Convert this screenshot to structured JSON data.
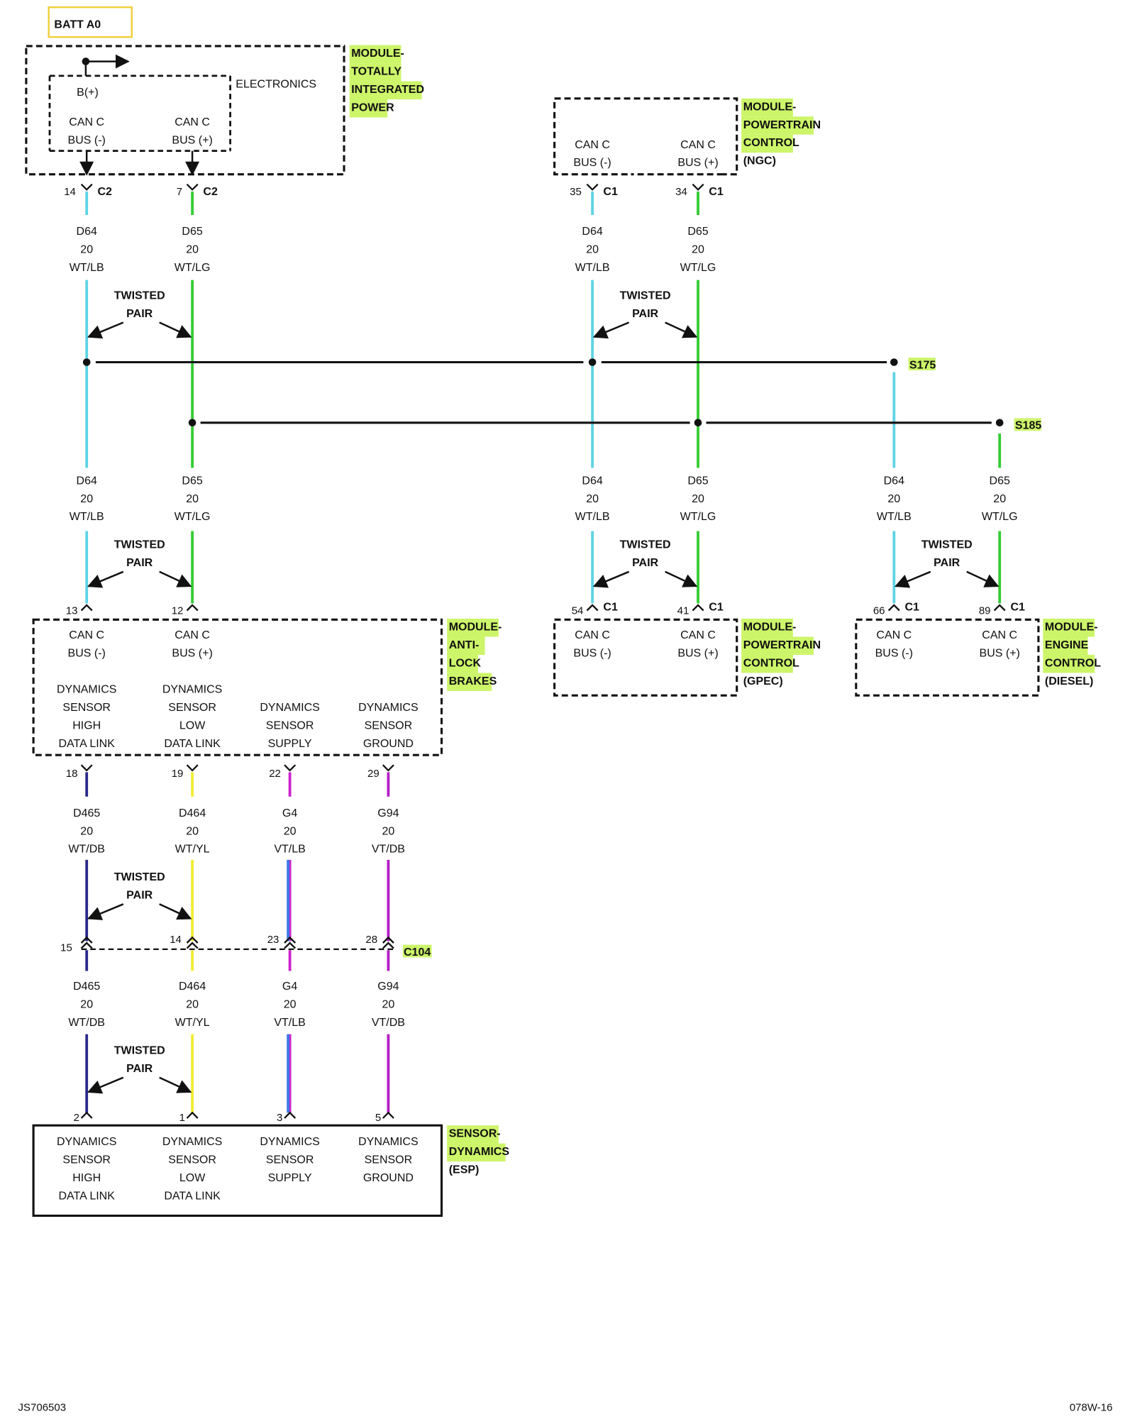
{
  "batt": "BATT A0",
  "colors": {
    "wt_lb": "#5fd3e6",
    "wt_lg": "#33cc33",
    "wt_db": "#2a2a8a",
    "wt_yl": "#f2ec33",
    "vt_lb": "#cc22cc",
    "vt_db": "#b41fc6",
    "label_highlight": "#cdf56a",
    "batt_box": "#f0d040"
  },
  "tipm": {
    "name_lines": [
      "MODULE-",
      "TOTALLY",
      "INTEGRATED",
      "POWER"
    ],
    "electronics": "ELECTRONICS",
    "bplus": "B(+)",
    "pin_neg": [
      "CAN C",
      "BUS (-)"
    ],
    "pin_pos": [
      "CAN C",
      "BUS (+)"
    ],
    "cav_neg": "14",
    "cav_pos": "7",
    "connector": "C2"
  },
  "pcm_ngc": {
    "name_lines": [
      "MODULE-",
      "POWERTRAIN",
      "CONTROL",
      "(NGC)"
    ],
    "pin_neg": [
      "CAN C",
      "BUS (-)"
    ],
    "pin_pos": [
      "CAN C",
      "BUS (+)"
    ],
    "cav_neg": "35",
    "cav_pos": "34",
    "connector": "C1"
  },
  "wire_d64": [
    "D64",
    "20",
    "WT/LB"
  ],
  "wire_d65": [
    "D65",
    "20",
    "WT/LG"
  ],
  "twisted": [
    "TWISTED",
    "PAIR"
  ],
  "splice_s175": "S175",
  "splice_s185": "S185",
  "abs": {
    "name_lines": [
      "MODULE-",
      "ANTI-",
      "LOCK",
      "BRAKES"
    ],
    "cav_neg": "13",
    "cav_pos": "12",
    "pin_neg": [
      "CAN C",
      "BUS (-)"
    ],
    "pin_pos": [
      "CAN C",
      "BUS (+)"
    ],
    "func_high": [
      "DYNAMICS",
      "SENSOR",
      "HIGH",
      "DATA LINK"
    ],
    "func_low": [
      "DYNAMICS",
      "SENSOR",
      "LOW",
      "DATA LINK"
    ],
    "func_supply": [
      "DYNAMICS",
      "SENSOR",
      "SUPPLY"
    ],
    "func_ground": [
      "DYNAMICS",
      "SENSOR",
      "GROUND"
    ],
    "cav_out": [
      "18",
      "19",
      "22",
      "29"
    ]
  },
  "pcm_gpec": {
    "name_lines": [
      "MODULE-",
      "POWERTRAIN",
      "CONTROL",
      "(GPEC)"
    ],
    "cav_neg": "54",
    "cav_pos": "41",
    "connector": "C1",
    "pin_neg": [
      "CAN C",
      "BUS (-)"
    ],
    "pin_pos": [
      "CAN C",
      "BUS (+)"
    ]
  },
  "ecm": {
    "name_lines": [
      "MODULE-",
      "ENGINE",
      "CONTROL",
      "(DIESEL)"
    ],
    "cav_neg": "66",
    "cav_pos": "89",
    "connector": "C1",
    "pin_neg": [
      "CAN C",
      "BUS (-)"
    ],
    "pin_pos": [
      "CAN C",
      "BUS (+)"
    ]
  },
  "wires_lower": [
    [
      "D465",
      "20",
      "WT/DB"
    ],
    [
      "D464",
      "20",
      "WT/YL"
    ],
    [
      "G4",
      "20",
      "VT/LB"
    ],
    [
      "G94",
      "20",
      "VT/DB"
    ]
  ],
  "c104": {
    "name": "C104",
    "cavs": [
      "15",
      "14",
      "23",
      "28"
    ]
  },
  "sensor": {
    "name_lines": [
      "SENSOR-",
      "DYNAMICS",
      "(ESP)"
    ],
    "cavs": [
      "2",
      "1",
      "3",
      "5"
    ],
    "func_high": [
      "DYNAMICS",
      "SENSOR",
      "HIGH",
      "DATA LINK"
    ],
    "func_low": [
      "DYNAMICS",
      "SENSOR",
      "LOW",
      "DATA LINK"
    ],
    "func_supply": [
      "DYNAMICS",
      "SENSOR",
      "SUPPLY"
    ],
    "func_ground": [
      "DYNAMICS",
      "SENSOR",
      "GROUND"
    ]
  },
  "footer_left": "JS706503",
  "footer_right": "078W-16"
}
